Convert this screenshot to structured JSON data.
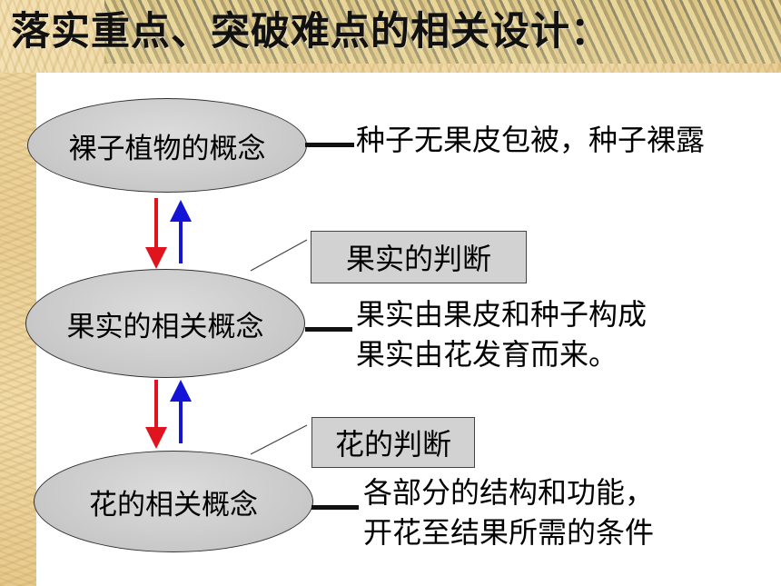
{
  "slide": {
    "title": "落实重点、突破难点的相关设计：",
    "concepts": [
      {
        "label": "裸子植物的概念",
        "description": [
          "种子无果皮包被，种子裸露"
        ]
      },
      {
        "label": "果实的相关概念",
        "description": [
          "果实由果皮和种子构成",
          "果实由花发育而来。"
        ]
      },
      {
        "label": "花的相关概念",
        "description": [
          "各部分的结构和功能，",
          "开花至结果所需的条件"
        ]
      }
    ],
    "judgments": [
      {
        "label": "果实的判断"
      },
      {
        "label": "花的判断"
      }
    ],
    "colors": {
      "arrow_down": "#e0141e",
      "arrow_up": "#1414d6",
      "ellipse_fill": "#cfcfcf",
      "box_fill": "#d2d2d2"
    }
  }
}
